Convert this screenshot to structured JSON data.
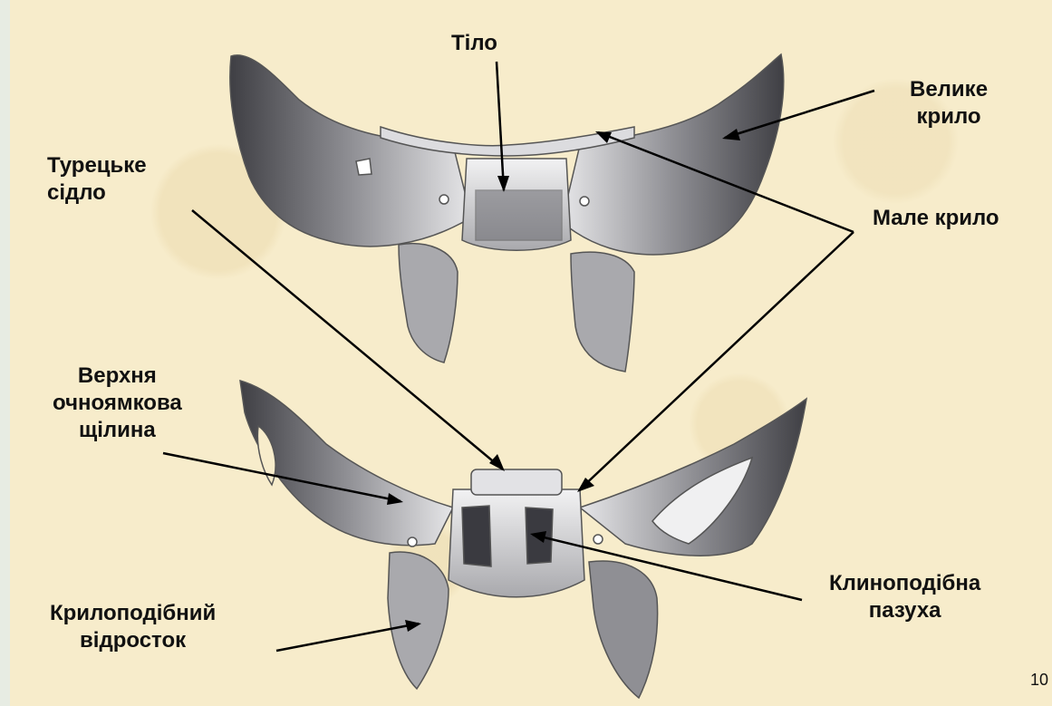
{
  "labels": {
    "body": "Тіло",
    "greater_wing": "Велике\nкрило",
    "sella_turcica": "Турецьке\nсідло",
    "lesser_wing": "Мале крило",
    "superior_orbital_fissure": "Верхня\nочноямкова\nщілина",
    "pterygoid_process": "Крилоподібний\nвідросток",
    "sphenoid_sinus": "Клиноподібна\nпазуха"
  },
  "page_number": "10",
  "colors": {
    "background": "#f7eccb",
    "bone_light": "#e9e9ea",
    "bone_mid": "#b8b8bb",
    "bone_dark": "#4a4a4e",
    "line": "#000000"
  }
}
